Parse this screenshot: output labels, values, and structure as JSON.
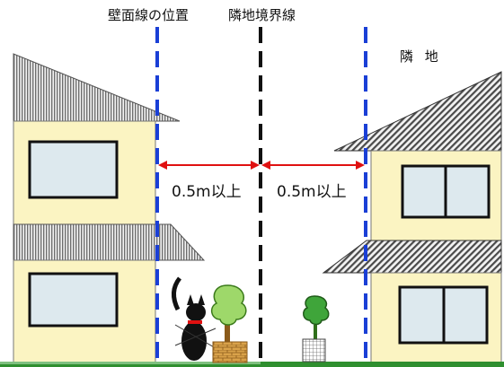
{
  "labels": {
    "wall_line": "壁面線の位置",
    "boundary_line": "隣地境界線",
    "neighbor_land": "隣 地",
    "distance_left": "0.5m以上",
    "distance_right": "0.5m以上"
  },
  "colors": {
    "wall_line": "#1a3fd6",
    "boundary_line": "#111111",
    "arrow": "#e01010",
    "wall": "#fbf4c2",
    "roof_stripes": "#707070",
    "window_fill": "#dde9ee",
    "ground": "#2f8f2f"
  }
}
